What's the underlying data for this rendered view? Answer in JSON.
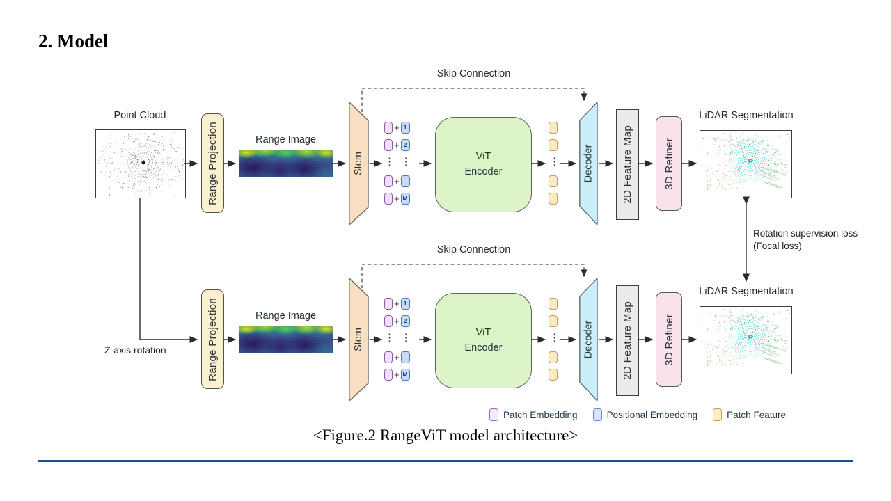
{
  "slide": {
    "title": "2. Model",
    "caption": "<Figure.2 RangeViT model architecture>"
  },
  "diagram": {
    "skip_connection": "Skip Connection",
    "z_axis_rotation": "Z-axis rotation",
    "rotation_loss": {
      "line1": "Rotation supervision loss",
      "line2": "(Focal loss)"
    },
    "blocks": {
      "point_cloud": "Point Cloud",
      "range_projection": "Range Projection",
      "range_image": "Range Image",
      "stem": "Stem",
      "vit_line1": "ViT",
      "vit_line2": "Encoder",
      "decoder": "Decoder",
      "feature_map": "2D Feature Map",
      "refiner": "3D Refiner",
      "lidar_segmentation": "LiDAR Segmentation"
    },
    "tokens": {
      "plus": "+",
      "dots": "⋮",
      "rows": [
        {
          "pos": "1"
        },
        {
          "pos": "2"
        },
        {
          "pos": ""
        },
        {
          "pos": "M"
        }
      ]
    },
    "legend": [
      {
        "label": "Patch Embedding",
        "fill": "#f5eafb",
        "border": "#9b6fb0"
      },
      {
        "label": "Positional Embedding",
        "fill": "#d7e4f8",
        "border": "#6a89c7"
      },
      {
        "label": "Patch Feature",
        "fill": "#fbedc9",
        "border": "#c2a055"
      }
    ],
    "colors": {
      "range_projection_fill": "#fbf0cf",
      "stem_fill": "#f8dfc2",
      "vit_fill": "#ddf3c8",
      "decoder_fill": "#c9eef7",
      "feature_map_fill": "#ebebeb",
      "refiner_fill": "#f9e2ec",
      "accent_rule": "#1b4f9c"
    }
  }
}
